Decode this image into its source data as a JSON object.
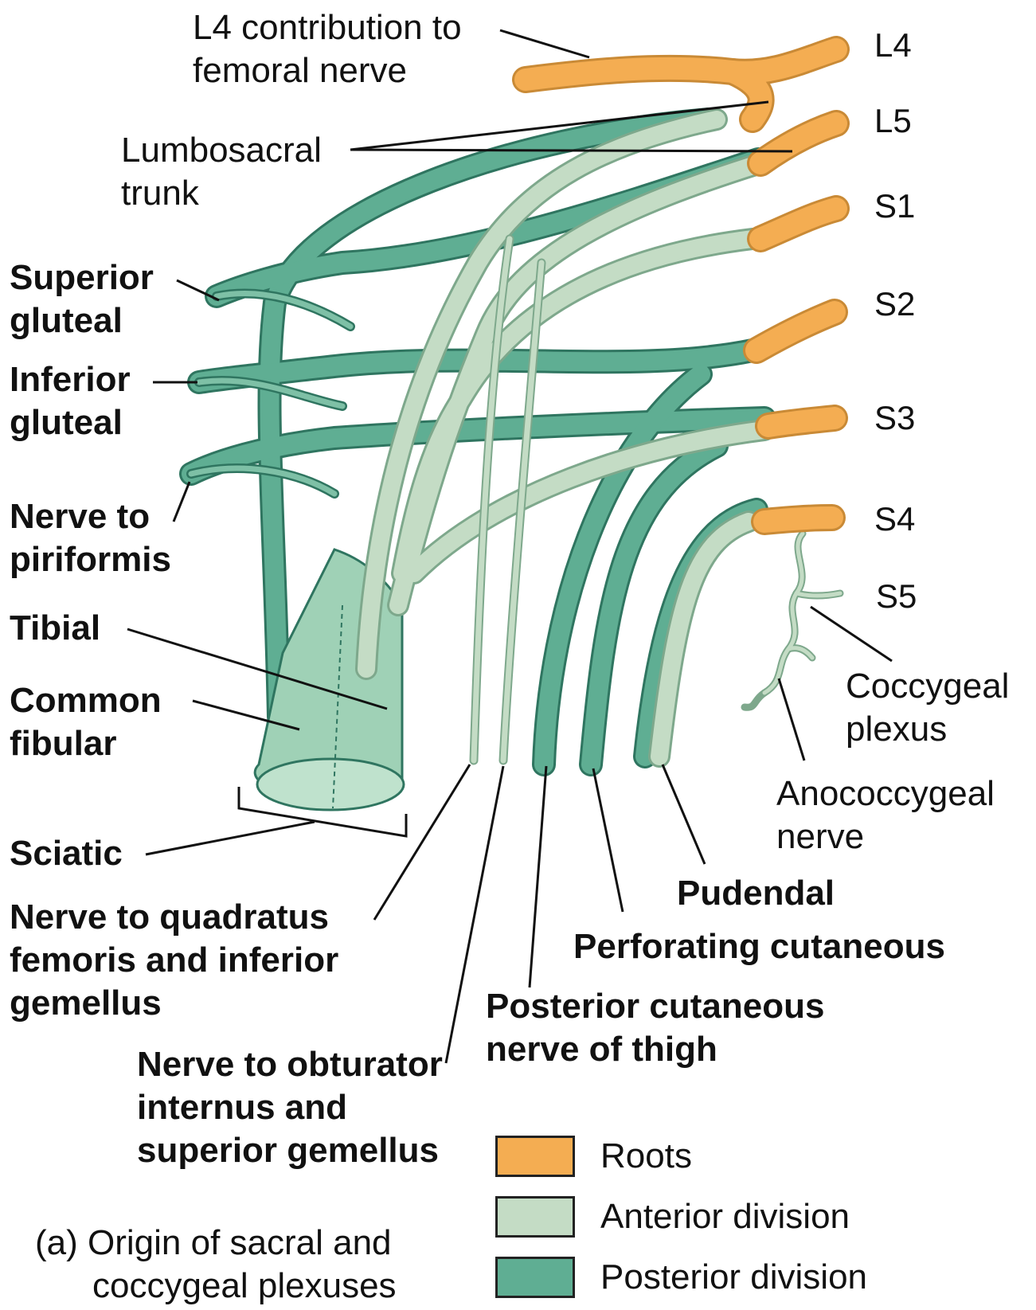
{
  "colors": {
    "roots": "#f4ad52",
    "anterior": "#c4dcc5",
    "posterior": "#5fae93",
    "outline": "#2f7560",
    "leader": "#111111"
  },
  "roots": {
    "l4": "L4",
    "l5": "L5",
    "s1": "S1",
    "s2": "S2",
    "s3": "S3",
    "s4": "S4",
    "s5": "S5"
  },
  "labels": {
    "l4_contribution": "L4 contribution to\nfemoral nerve",
    "lumbosacral_trunk": "Lumbosacral\ntrunk",
    "superior_gluteal": "Superior\ngluteal",
    "inferior_gluteal": "Inferior\ngluteal",
    "nerve_to_piriformis": "Nerve to\npiriformis",
    "tibial": "Tibial",
    "common_fibular": "Common\nfibular",
    "sciatic": "Sciatic",
    "quadratus": "Nerve to quadratus\nfemoris and inferior\ngemellus",
    "obturator": "Nerve to obturator\ninternus and\nsuperior gemellus",
    "posterior_cutaneous": "Posterior cutaneous\nnerve of thigh",
    "perforating": "Perforating cutaneous",
    "pudendal": "Pudendal",
    "coccygeal_plexus": "Coccygeal\nplexus",
    "anococcygeal": "Anococcygeal\nnerve"
  },
  "legend": [
    {
      "label": "Roots",
      "swatch": "roots"
    },
    {
      "label": "Anterior division",
      "swatch": "anterior"
    },
    {
      "label": "Posterior division",
      "swatch": "posterior"
    }
  ],
  "caption": {
    "line1": "(a) Origin of sacral and",
    "line2": "coccygeal plexuses"
  }
}
